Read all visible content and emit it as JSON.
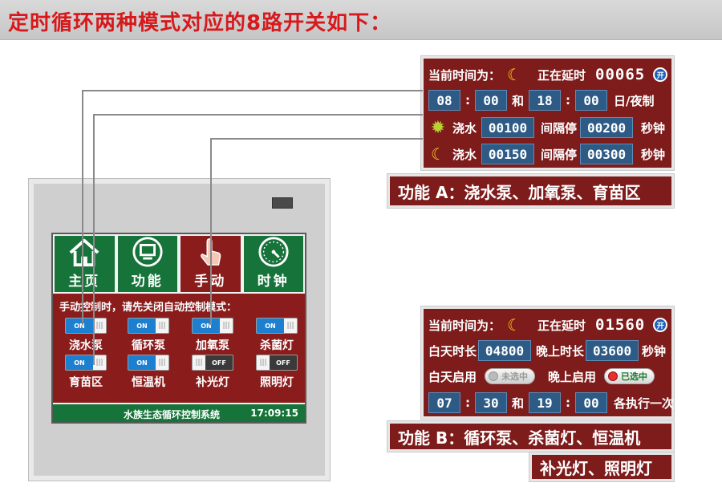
{
  "banner": {
    "title": "定时循环两种模式对应的8路开关如下："
  },
  "device": {
    "tabs": [
      {
        "label": "主页",
        "icon": "home-icon",
        "color": "#16733a"
      },
      {
        "label": "功能",
        "icon": "monitor-icon",
        "color": "#16733a"
      },
      {
        "label": "手动",
        "icon": "hand-pointer-icon",
        "color": "#8b1c1c"
      },
      {
        "label": "时钟",
        "icon": "clock-gauge-icon",
        "color": "#16733a"
      }
    ],
    "manual_note": "手动控制时，请先关闭自动控制模式：",
    "switches": [
      {
        "label": "浇水泵",
        "state": "ON"
      },
      {
        "label": "循环泵",
        "state": "ON"
      },
      {
        "label": "加氧泵",
        "state": "ON"
      },
      {
        "label": "杀菌灯",
        "state": "ON"
      },
      {
        "label": "育苗区",
        "state": "ON"
      },
      {
        "label": "恒温机",
        "state": "ON"
      },
      {
        "label": "补光灯",
        "state": "OFF"
      },
      {
        "label": "照明灯",
        "state": "OFF"
      }
    ],
    "footer_title": "水族生态循环控制系统",
    "footer_time": "17:09:15"
  },
  "panelA": {
    "current_time_label": "当前时间为：",
    "delay_label": "正在延时",
    "delay_value": "00065",
    "start_btn": "开",
    "h1": "08",
    "m1": "00",
    "and": "和",
    "h2": "18",
    "m2": "00",
    "day_night": "日/夜制",
    "water_label": "浇水",
    "day_water": "00100",
    "interval_label": "间隔停",
    "day_stop": "00200",
    "unit": "秒钟",
    "night_water": "00150",
    "night_stop": "00300"
  },
  "captionA": "功能 A：浇水泵、加氧泵、育苗区",
  "panelB": {
    "current_time_label": "当前时间为：",
    "delay_label": "正在延时",
    "delay_value": "01560",
    "start_btn": "开",
    "day_len_label": "白天时长",
    "day_len": "04800",
    "night_len_label": "晚上时长",
    "night_len": "03600",
    "unit": "秒钟",
    "day_enable_label": "白天启用",
    "day_enable_state": "未选中",
    "night_enable_label": "晚上启用",
    "night_enable_state": "已选中",
    "h1": "07",
    "m1": "30",
    "and": "和",
    "h2": "19",
    "m2": "00",
    "each_once": "各执行一次"
  },
  "captionB1": "功能 B：循环泵、杀菌灯、恒温机",
  "captionB2": "补光灯、照明灯",
  "colors": {
    "accent_red": "#7e1b1b",
    "accent_green": "#16733a",
    "banner_text": "#d7191c",
    "field_blue": "#2d5b86"
  }
}
